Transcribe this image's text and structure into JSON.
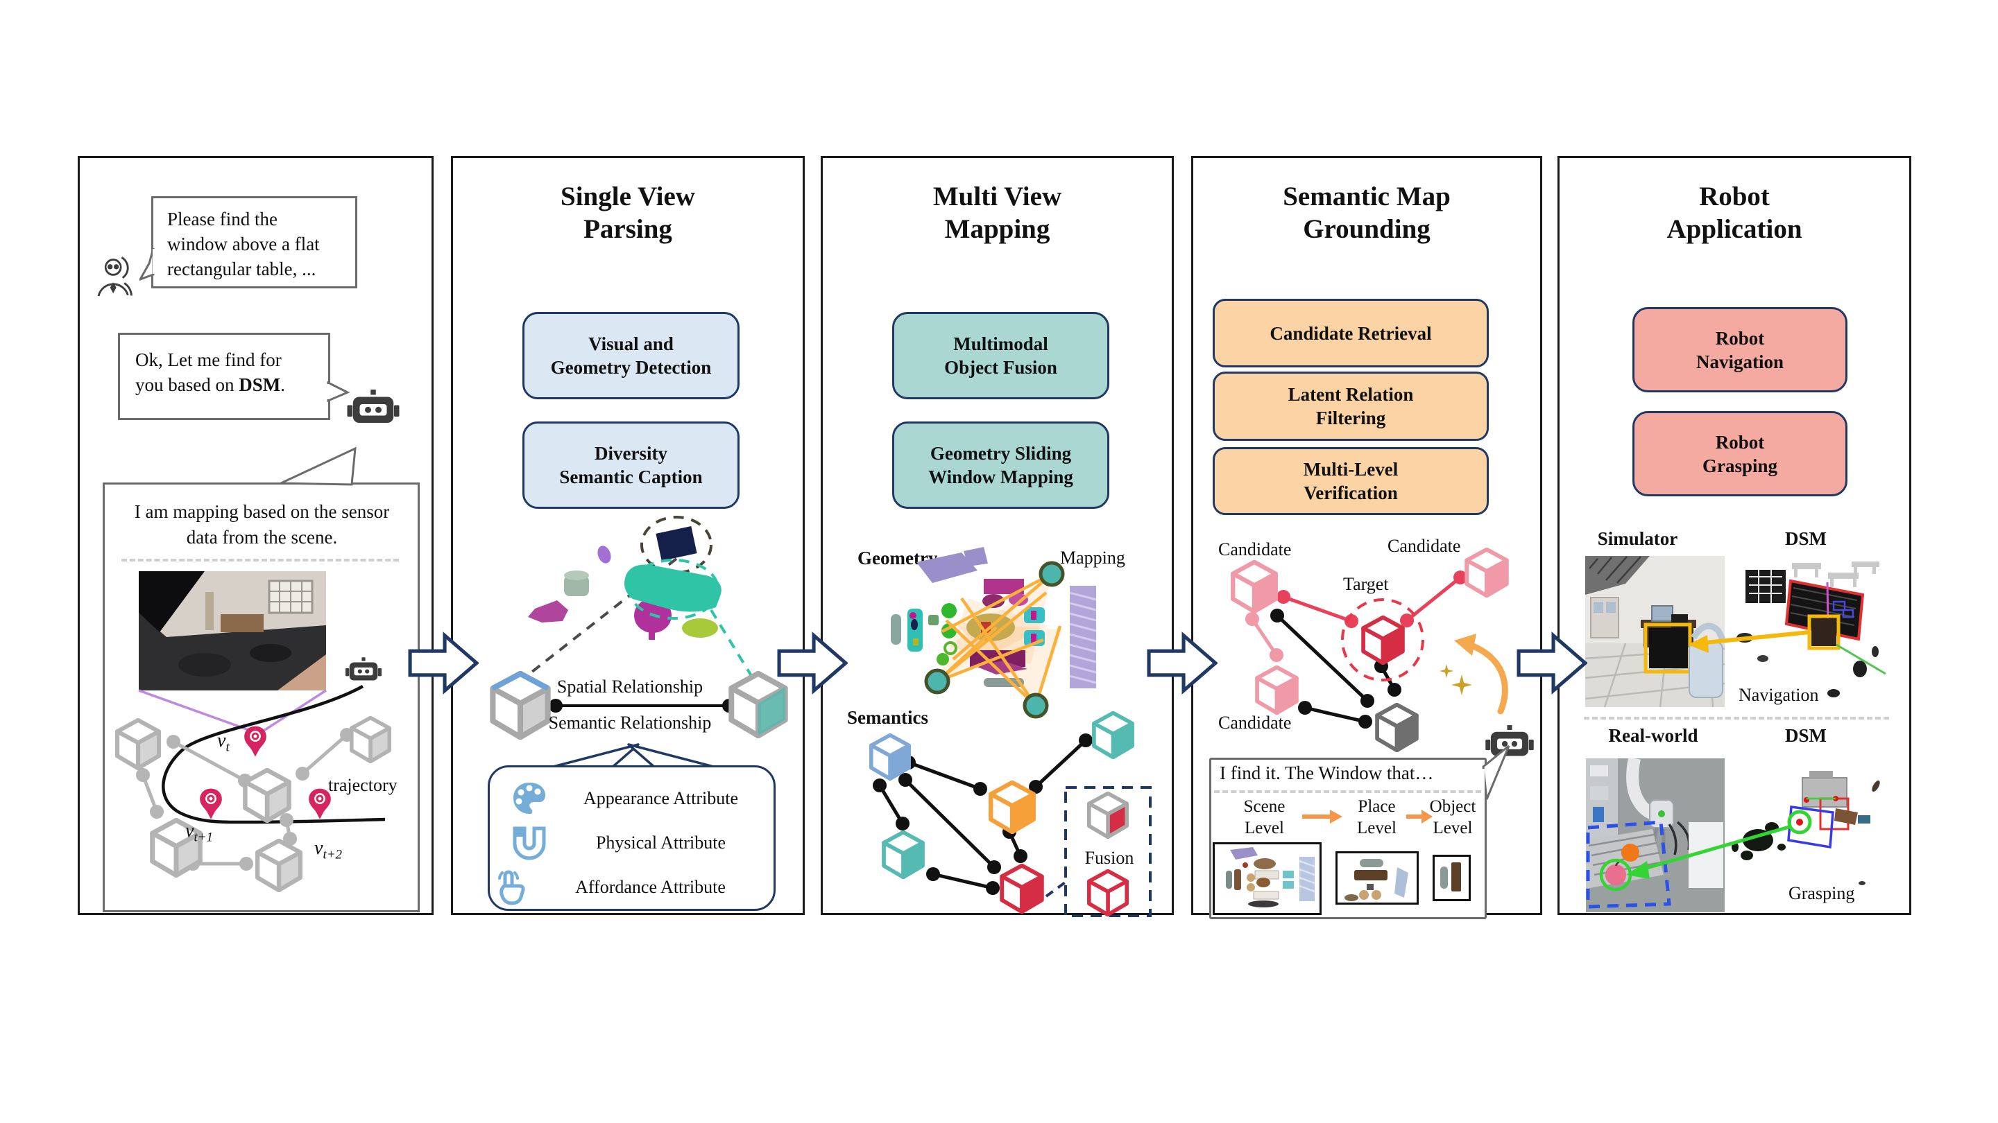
{
  "colors": {
    "navy": "#1f3864",
    "blue-box": "#dbe7f3",
    "teal-box": "#abd7d3",
    "orange-box": "#fbd3a4",
    "pink-box": "#f5aaa1",
    "bubble-border": "#6b6b6b",
    "icon-blue": "#74add8",
    "pin-pink": "#d6245f",
    "accent-orange": "#f79646",
    "gold": "#c9a227",
    "target-red": "#d52e44",
    "candidate-pink": "#ef9aa6"
  },
  "panel1": {
    "user_bubble": "Please find the window above a flat rectangular table, ...",
    "robot_bubble": {
      "prefix": "Ok, Let me find for you based on ",
      "bold": "DSM",
      "suffix": "."
    },
    "mapping_bubble": "I am mapping based on the sensor data from the scene.",
    "trajectory_label": "trajectory",
    "pose_var": "v",
    "pose_subscripts": [
      "t",
      "t+1",
      "t+2"
    ]
  },
  "panel2": {
    "title_lines": [
      "Single View",
      "Parsing"
    ],
    "boxes": [
      [
        "Visual and",
        "Geometry Detection"
      ],
      [
        "Diversity",
        "Semantic Caption"
      ]
    ],
    "relationship_top": "Spatial Relationship",
    "relationship_bottom": "Semantic Relationship",
    "attributes": [
      {
        "icon": "palette-icon",
        "label": "Appearance Attribute"
      },
      {
        "icon": "magnet-icon",
        "label": "Physical Attribute"
      },
      {
        "icon": "tap-icon",
        "label": "Affordance Attribute"
      }
    ]
  },
  "panel3": {
    "title_lines": [
      "Multi View",
      "Mapping"
    ],
    "boxes": [
      [
        "Multimodal",
        "Object Fusion"
      ],
      [
        "Geometry Sliding",
        "Window Mapping"
      ]
    ],
    "geometry_label": "Geometry",
    "mapping_label": "Mapping",
    "semantics_label": "Semantics",
    "fusion_label": "Fusion"
  },
  "panel4": {
    "title_lines": [
      "Semantic Map",
      "Grounding"
    ],
    "boxes": [
      [
        "Candidate Retrieval"
      ],
      [
        "Latent Relation",
        "Filtering"
      ],
      [
        "Multi-Level",
        "Verification"
      ]
    ],
    "candidate_label": "Candidate",
    "target_label": "Target",
    "find_text": "I find it. The Window that…",
    "levels": [
      [
        "Scene",
        "Level"
      ],
      [
        "Place",
        "Level"
      ],
      [
        "Object",
        "Level"
      ]
    ]
  },
  "panel5": {
    "title_lines": [
      "Robot",
      "Application"
    ],
    "boxes": [
      [
        "Robot",
        "Navigation"
      ],
      [
        "Robot",
        "Grasping"
      ]
    ],
    "row1_left_label": "Simulator",
    "row1_right_label": "DSM",
    "row2_left_label": "Real-world",
    "row2_right_label": "DSM",
    "nav_caption": "Navigation",
    "grasp_caption": "Grasping"
  }
}
